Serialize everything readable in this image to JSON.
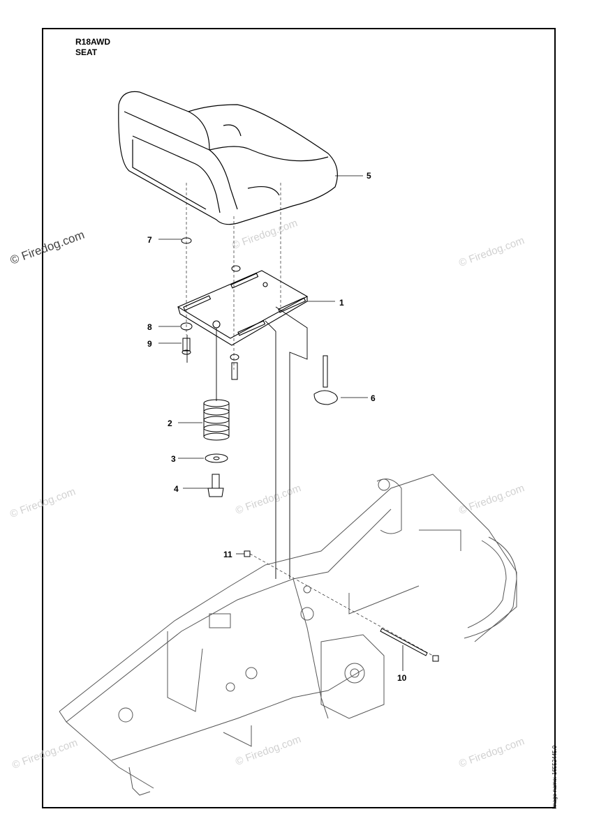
{
  "header": {
    "model": "R18AWD",
    "section": "SEAT"
  },
  "watermarks": {
    "main": "© Firedog.com",
    "repeat": "© Firedog.com"
  },
  "image_name": "Image name: 16552445.0",
  "callouts": [
    "1",
    "2",
    "3",
    "4",
    "5",
    "6",
    "7",
    "8",
    "9",
    "10",
    "11"
  ],
  "colors": {
    "line": "#000000",
    "watermark": "#c9c9c9"
  }
}
